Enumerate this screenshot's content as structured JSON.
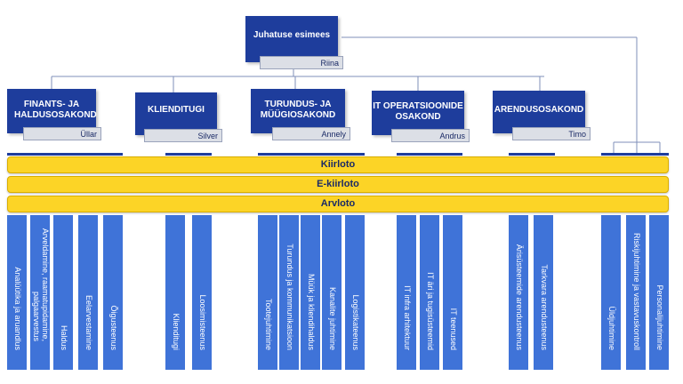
{
  "top": {
    "title": "Juhatuse esimees",
    "person": "Riina"
  },
  "departments": [
    {
      "name": "FINANTS- JA HALDUSOSAKOND",
      "person": "Üllar"
    },
    {
      "name": "KLIENDITUGI",
      "person": "Silver"
    },
    {
      "name": "TURUNDUS- JA MÜÜGIOSAKOND",
      "person": "Annely"
    },
    {
      "name": "IT OPERATSIOONIDE OSAKOND",
      "person": "Andrus"
    },
    {
      "name": "ARENDUSOSAKOND",
      "person": "Timo"
    }
  ],
  "bands": [
    "Kiirloto",
    "E-kiirloto",
    "Arvloto"
  ],
  "columns": [
    "Analüütika ja aruandlus",
    "Arveldamine, raamatupidamine, palgaarvestus",
    "Haldus",
    "Eelarvestamine",
    "Õigusteenus",
    "Klienditugi",
    "Loosimisteenus",
    "Tootejuhtimine",
    "Turundus ja kommunikatsioon",
    "Müük ja kliendihaldus",
    "Kanalite juhtimine",
    "Logistikateenus",
    "IT infra arhitektuur",
    "IT äri ja tugisüsteemid",
    "IT teenused",
    "Ärisüsteemide arendusteenus",
    "Tarkvara arendusteenus",
    "Üldjuhtimine",
    "Riskijuhtimine ja vastavuskontroll",
    "Personalijuhtimine"
  ],
  "colors": {
    "box": "#1e3d9c",
    "column": "#3f73d8",
    "band": "#fcd426"
  }
}
